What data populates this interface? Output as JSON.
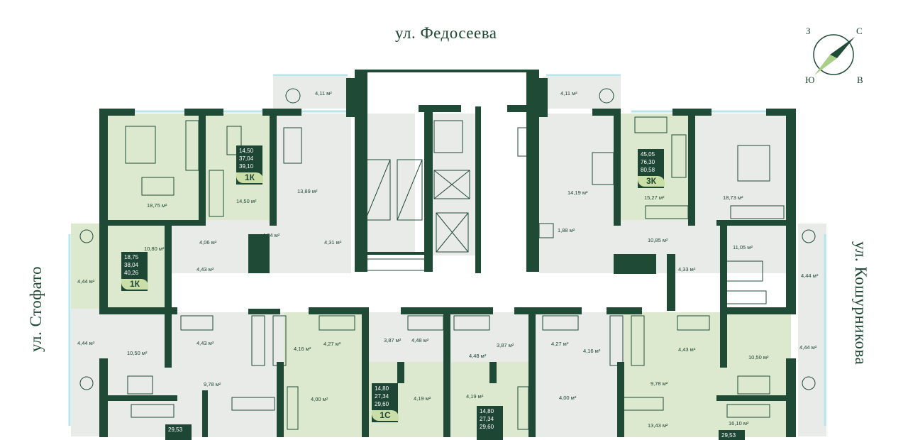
{
  "streets": {
    "top": "ул. Федосеева",
    "left": "ул. Стофато",
    "right": "ул. Кошурникова"
  },
  "compass": {
    "nw": "З",
    "ne": "С",
    "sw": "Ю",
    "se": "В"
  },
  "colors": {
    "wall": "#1f4a35",
    "room": "#e9ebe9",
    "highlight": "#dde9cf",
    "badge": "#1e4634",
    "badge_tag": "#c9dfa7",
    "window": "#b9e4ea"
  },
  "apartments": [
    {
      "id": "apt-1k-top",
      "living": "14,50",
      "total": "37,04",
      "total_balcony": "39,10",
      "type": "1К"
    },
    {
      "id": "apt-3k",
      "living": "45,05",
      "total": "76,30",
      "total_balcony": "80,58",
      "type": "3К"
    },
    {
      "id": "apt-1k-left",
      "living": "18,75",
      "total": "38,04",
      "total_balcony": "40,26",
      "type": "1К"
    },
    {
      "id": "apt-1c",
      "living": "14,80",
      "total": "27,34",
      "total_balcony": "29,60",
      "type": "1С"
    },
    {
      "id": "apt-studio-b",
      "living": "14,80",
      "total": "27,34",
      "total_balcony": "29,60"
    },
    {
      "id": "apt-bottom-left",
      "living": "29,53"
    },
    {
      "id": "apt-bottom-right",
      "living": "29,53"
    }
  ],
  "areas": [
    "4,11 м²",
    "4,11 м²",
    "18,75 м²",
    "14,50 м²",
    "13,89 м²",
    "14,19 м²",
    "15,27 м²",
    "18,73 м²",
    "10,80 м²",
    "4,06 м²",
    "4,34 м²",
    "4,31 м²",
    "1,88 м²",
    "10,85 м²",
    "11,05 м²",
    "4,44 м²",
    "4,43 м²",
    "4,33 м²",
    "4,44 м²",
    "4,44 м²",
    "10,50 м²",
    "4,43 м²",
    "4,16 м²",
    "4,27 м²",
    "3,87 м²",
    "4,48 м²",
    "4,48 м²",
    "3,87 м²",
    "4,27 м²",
    "4,16 м²",
    "4,43 м²",
    "10,50 м²",
    "4,44 м²",
    "9,78 м²",
    "4,00 м²",
    "4,19 м²",
    "4,19 м²",
    "4,00 м²",
    "9,78 м²",
    "13,43 м²",
    "16,10 м²"
  ]
}
